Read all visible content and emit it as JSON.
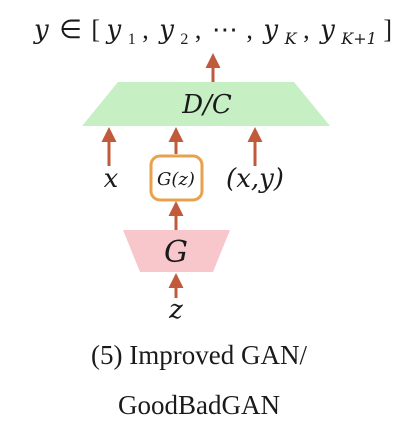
{
  "output": {
    "y": "y",
    "elem": "∈",
    "open": "[",
    "y1": "y",
    "y1_sub": "1",
    "comma1": ",",
    "y2": "y",
    "y2_sub": "2",
    "comma2": ",",
    "dots": "⋯",
    "comma3": ",",
    "yK": "y",
    "yK_sub": "K",
    "comma4": ",",
    "yK1": "y",
    "yK1_sub": "K+1",
    "close": "]"
  },
  "discriminator": {
    "label": "D/C"
  },
  "inputs": {
    "x": "x",
    "gz": "G(z)",
    "xy": "(x,y)"
  },
  "generator": {
    "label": "G"
  },
  "noise": {
    "label": "z"
  },
  "caption": {
    "line1": "(5) Improved GAN/",
    "line2": "GoodBadGAN"
  },
  "colors": {
    "discriminator_fill": "#c6efc4",
    "generator_fill": "#f7c7cc",
    "gz_box_border": "#e8a24e",
    "arrow": "#c05a3a",
    "text": "#1a1a1a"
  }
}
